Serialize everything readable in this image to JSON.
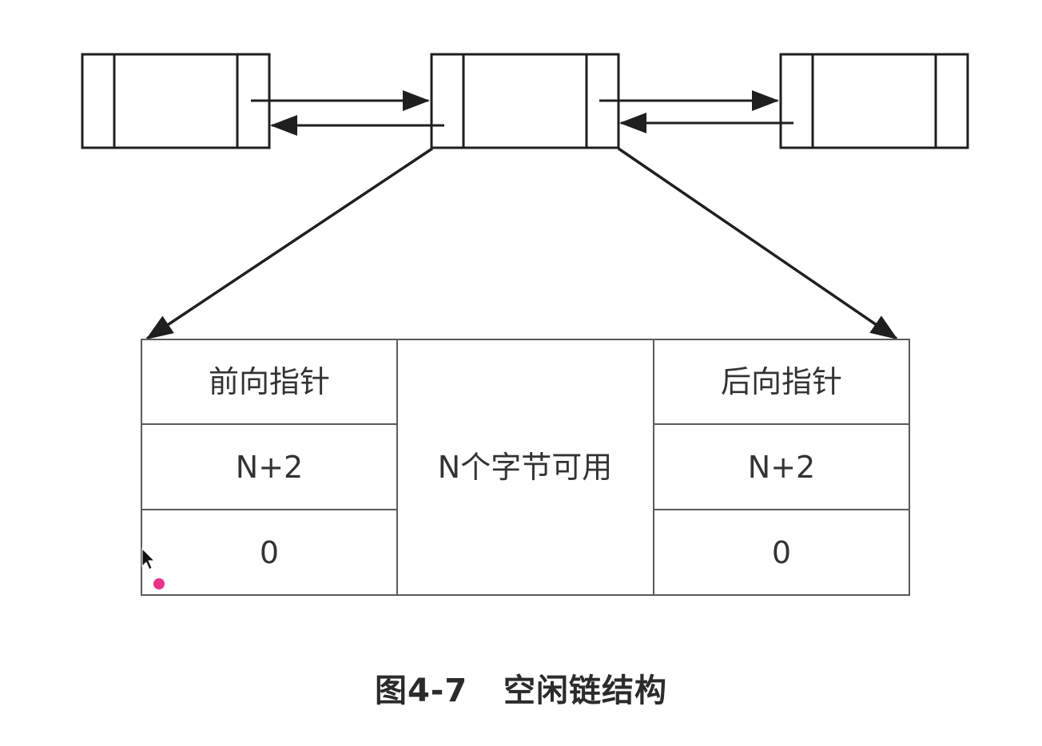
{
  "table": {
    "front_pointer": "前向指针",
    "front_size": "N+2",
    "front_flag": "0",
    "middle": "N个字节可用",
    "back_pointer": "后向指针",
    "back_size": "N+2",
    "back_flag": "0"
  },
  "caption": {
    "figure_number": "图4-7",
    "title": "空闲链结构"
  },
  "colors": {
    "stroke": "#1f1f1f",
    "table_border": "#5a5a5a",
    "text": "#333333",
    "cursor_dot": "#e8338a"
  },
  "icons": [
    "mouse-cursor-icon"
  ]
}
